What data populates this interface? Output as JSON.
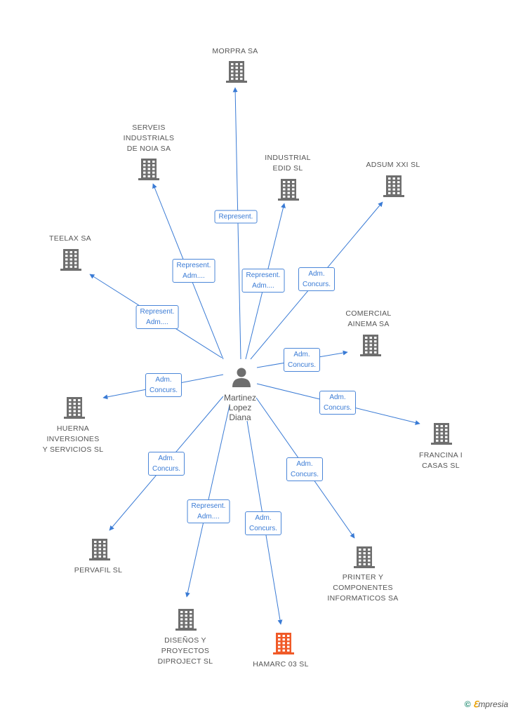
{
  "center": {
    "label": "Martinez\nLopez\nDiana"
  },
  "companies": [
    {
      "id": "morpra",
      "label": "MORPRA SA",
      "highlight": false
    },
    {
      "id": "serveis",
      "label": "SERVEIS\nINDUSTRIALS\nDE NOIA SA",
      "highlight": false
    },
    {
      "id": "industrial",
      "label": "INDUSTRIAL\nEDID SL",
      "highlight": false
    },
    {
      "id": "adsum",
      "label": "ADSUM XXI SL",
      "highlight": false
    },
    {
      "id": "teelax",
      "label": "TEELAX SA",
      "highlight": false
    },
    {
      "id": "comercial",
      "label": "COMERCIAL\nAINEMA SA",
      "highlight": false
    },
    {
      "id": "huerna",
      "label": "HUERNA\nINVERSIONES\nY SERVICIOS SL",
      "highlight": false
    },
    {
      "id": "francina",
      "label": "FRANCINA I\nCASAS SL",
      "highlight": false
    },
    {
      "id": "pervafil",
      "label": "PERVAFIL SL",
      "highlight": false
    },
    {
      "id": "printer",
      "label": "PRINTER Y\nCOMPONENTES\nINFORMATICOS SA",
      "highlight": false
    },
    {
      "id": "disenos",
      "label": "DISEÑOS Y\nPROYECTOS\nDIPROJECT SL",
      "highlight": false
    },
    {
      "id": "hamarc",
      "label": "HAMARC 03 SL",
      "highlight": true
    }
  ],
  "edges": [
    {
      "to": "morpra",
      "label": "Represent."
    },
    {
      "to": "serveis",
      "label": "Represent.\nAdm...."
    },
    {
      "to": "industrial",
      "label": "Represent.\nAdm...."
    },
    {
      "to": "adsum",
      "label": "Adm.\nConcurs."
    },
    {
      "to": "teelax",
      "label": "Represent.\nAdm...."
    },
    {
      "to": "comercial",
      "label": "Adm.\nConcurs."
    },
    {
      "to": "huerna",
      "label": "Adm.\nConcurs."
    },
    {
      "to": "francina",
      "label": "Adm.\nConcurs."
    },
    {
      "to": "pervafil",
      "label": "Adm.\nConcurs."
    },
    {
      "to": "printer",
      "label": "Adm.\nConcurs."
    },
    {
      "to": "disenos",
      "label": "Represent.\nAdm...."
    },
    {
      "to": "hamarc",
      "label": "Adm.\nConcurs."
    }
  ],
  "colors": {
    "edge": "#3a7bd5",
    "building": "#6e6e6e",
    "highlight": "#f05a28",
    "person": "#6e6e6e"
  },
  "brand": {
    "copyright": "©",
    "name_e": "ℇ",
    "name_rest": "mpresia"
  }
}
